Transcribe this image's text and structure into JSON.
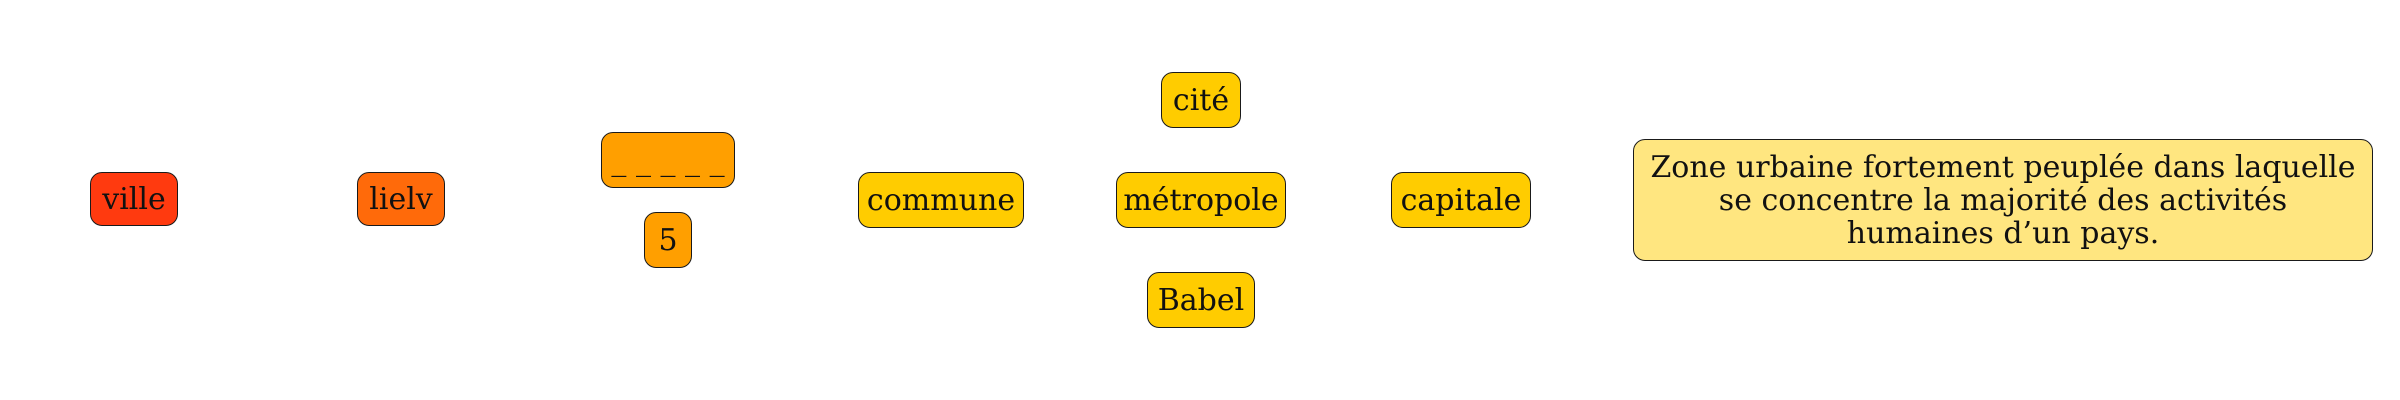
{
  "colors": {
    "ville": "#ff3a0f",
    "lielv": "#ff6a0a",
    "blank": "#ff9f00",
    "number": "#ff9f00",
    "synonyms": "#ffcc00",
    "definition": "#ffe680"
  },
  "word": "ville",
  "scrambled": "lielv",
  "blank": "_ _ _ _ _",
  "letter_count": "5",
  "related": {
    "commune": "commune",
    "cite": "cité",
    "metropole": "métropole",
    "babel": "Babel",
    "capitale": "capitale"
  },
  "definition": "Zone urbaine fortement peuplée dans laquelle se concentre la majorité des activités humaines d’un pays."
}
